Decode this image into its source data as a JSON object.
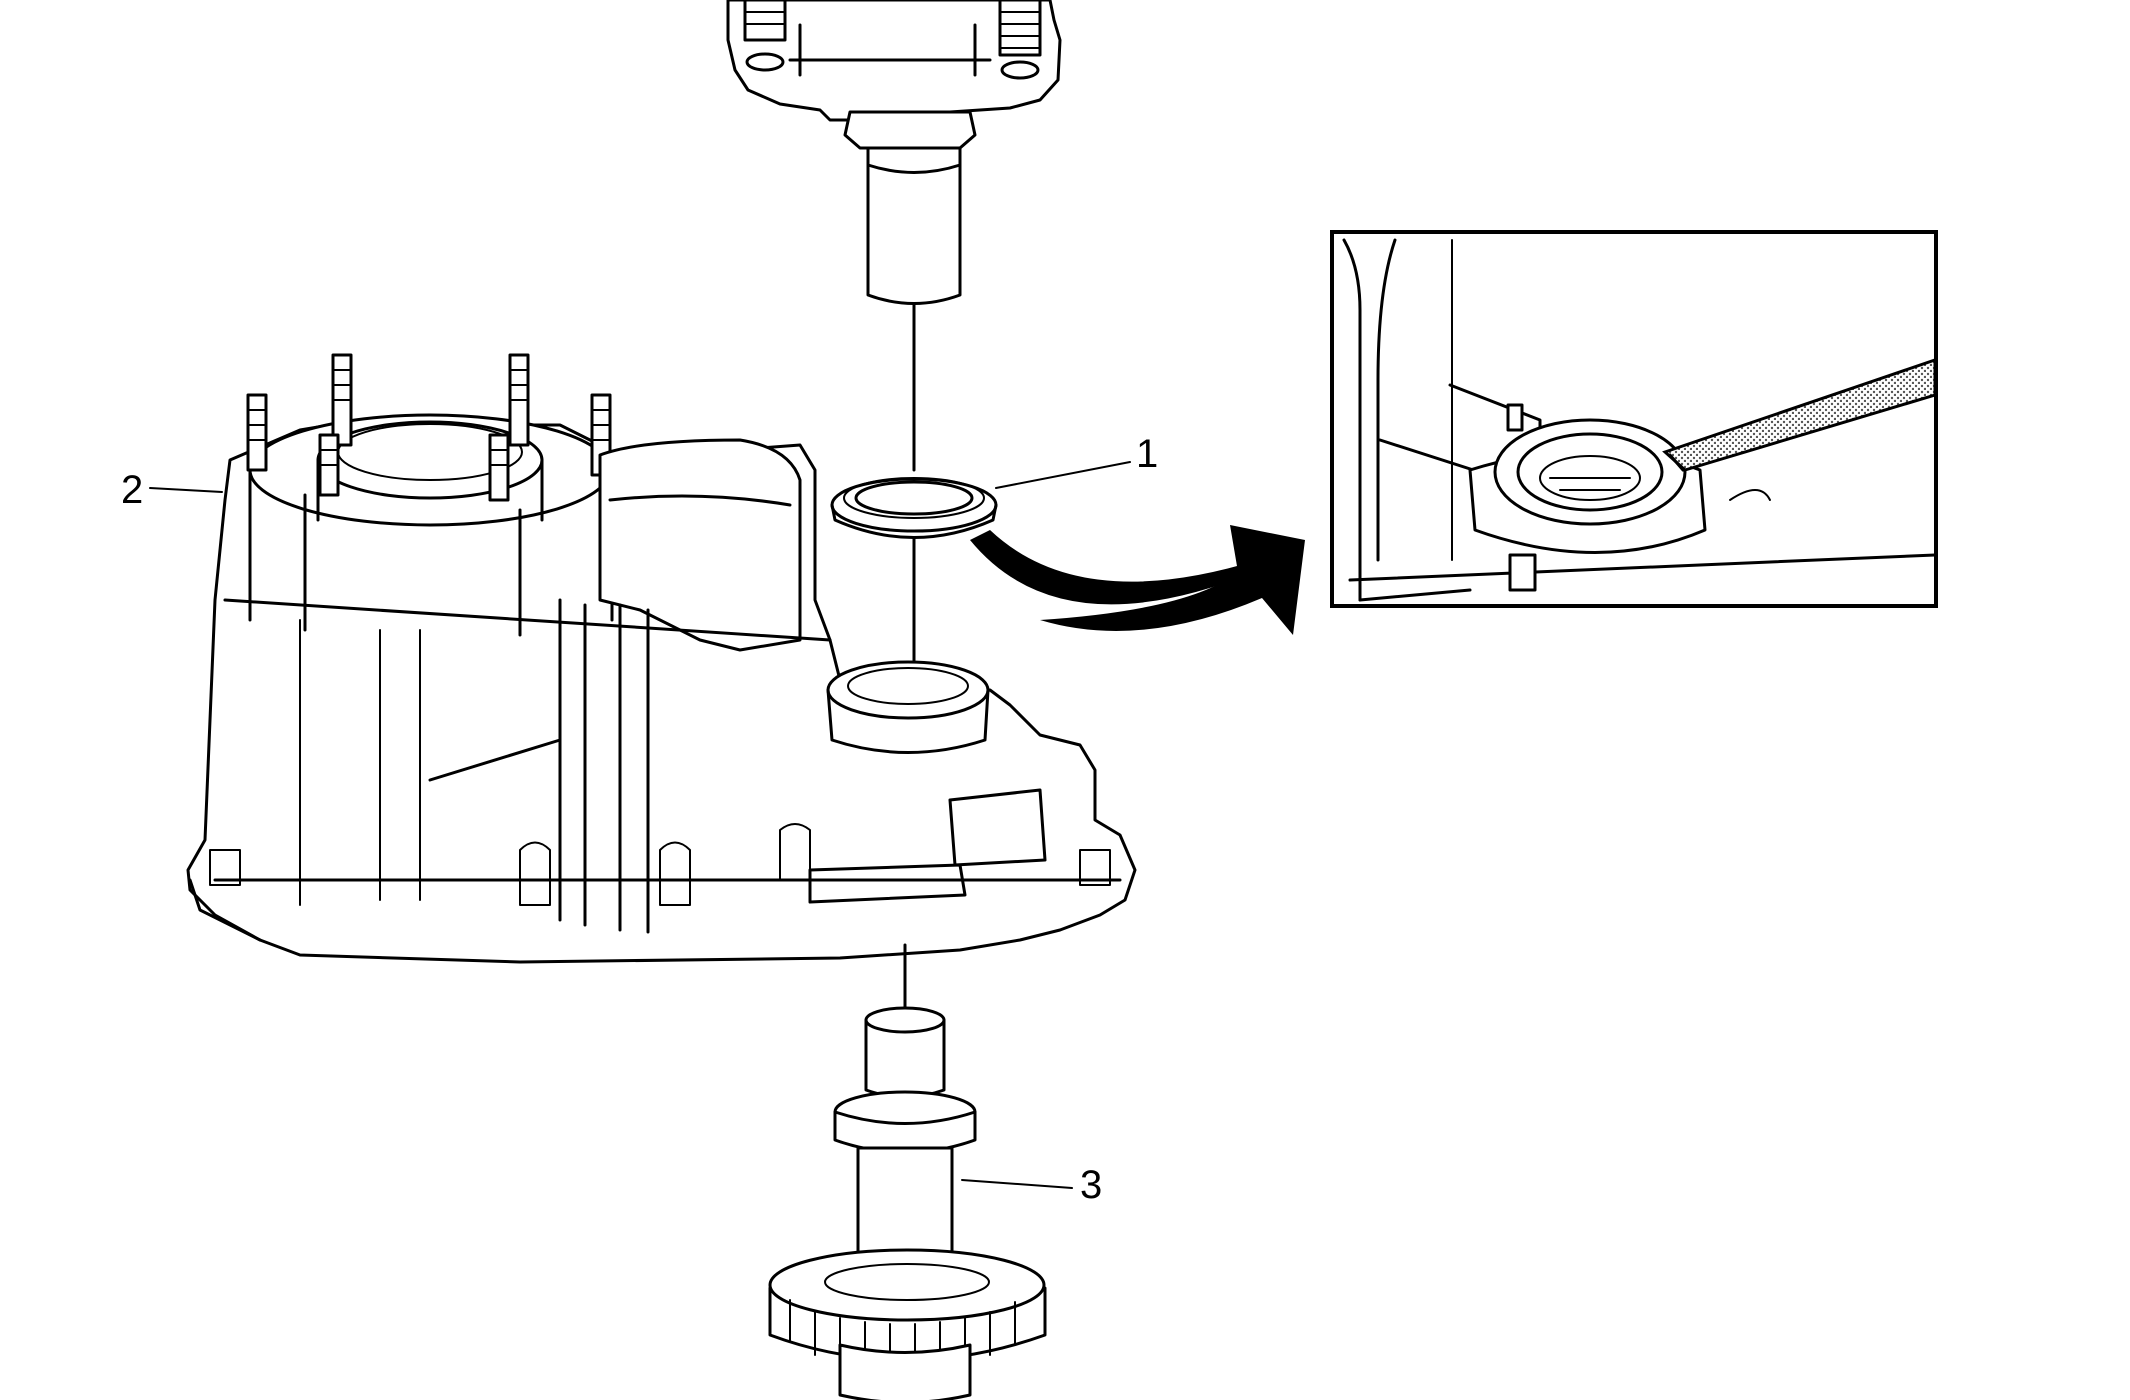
{
  "callouts": [
    {
      "label": "1"
    },
    {
      "label": "2"
    },
    {
      "label": "3"
    }
  ],
  "colors": {
    "line": "#000000",
    "background": "#ffffff",
    "tool_hatch": "#bdbdbd"
  }
}
